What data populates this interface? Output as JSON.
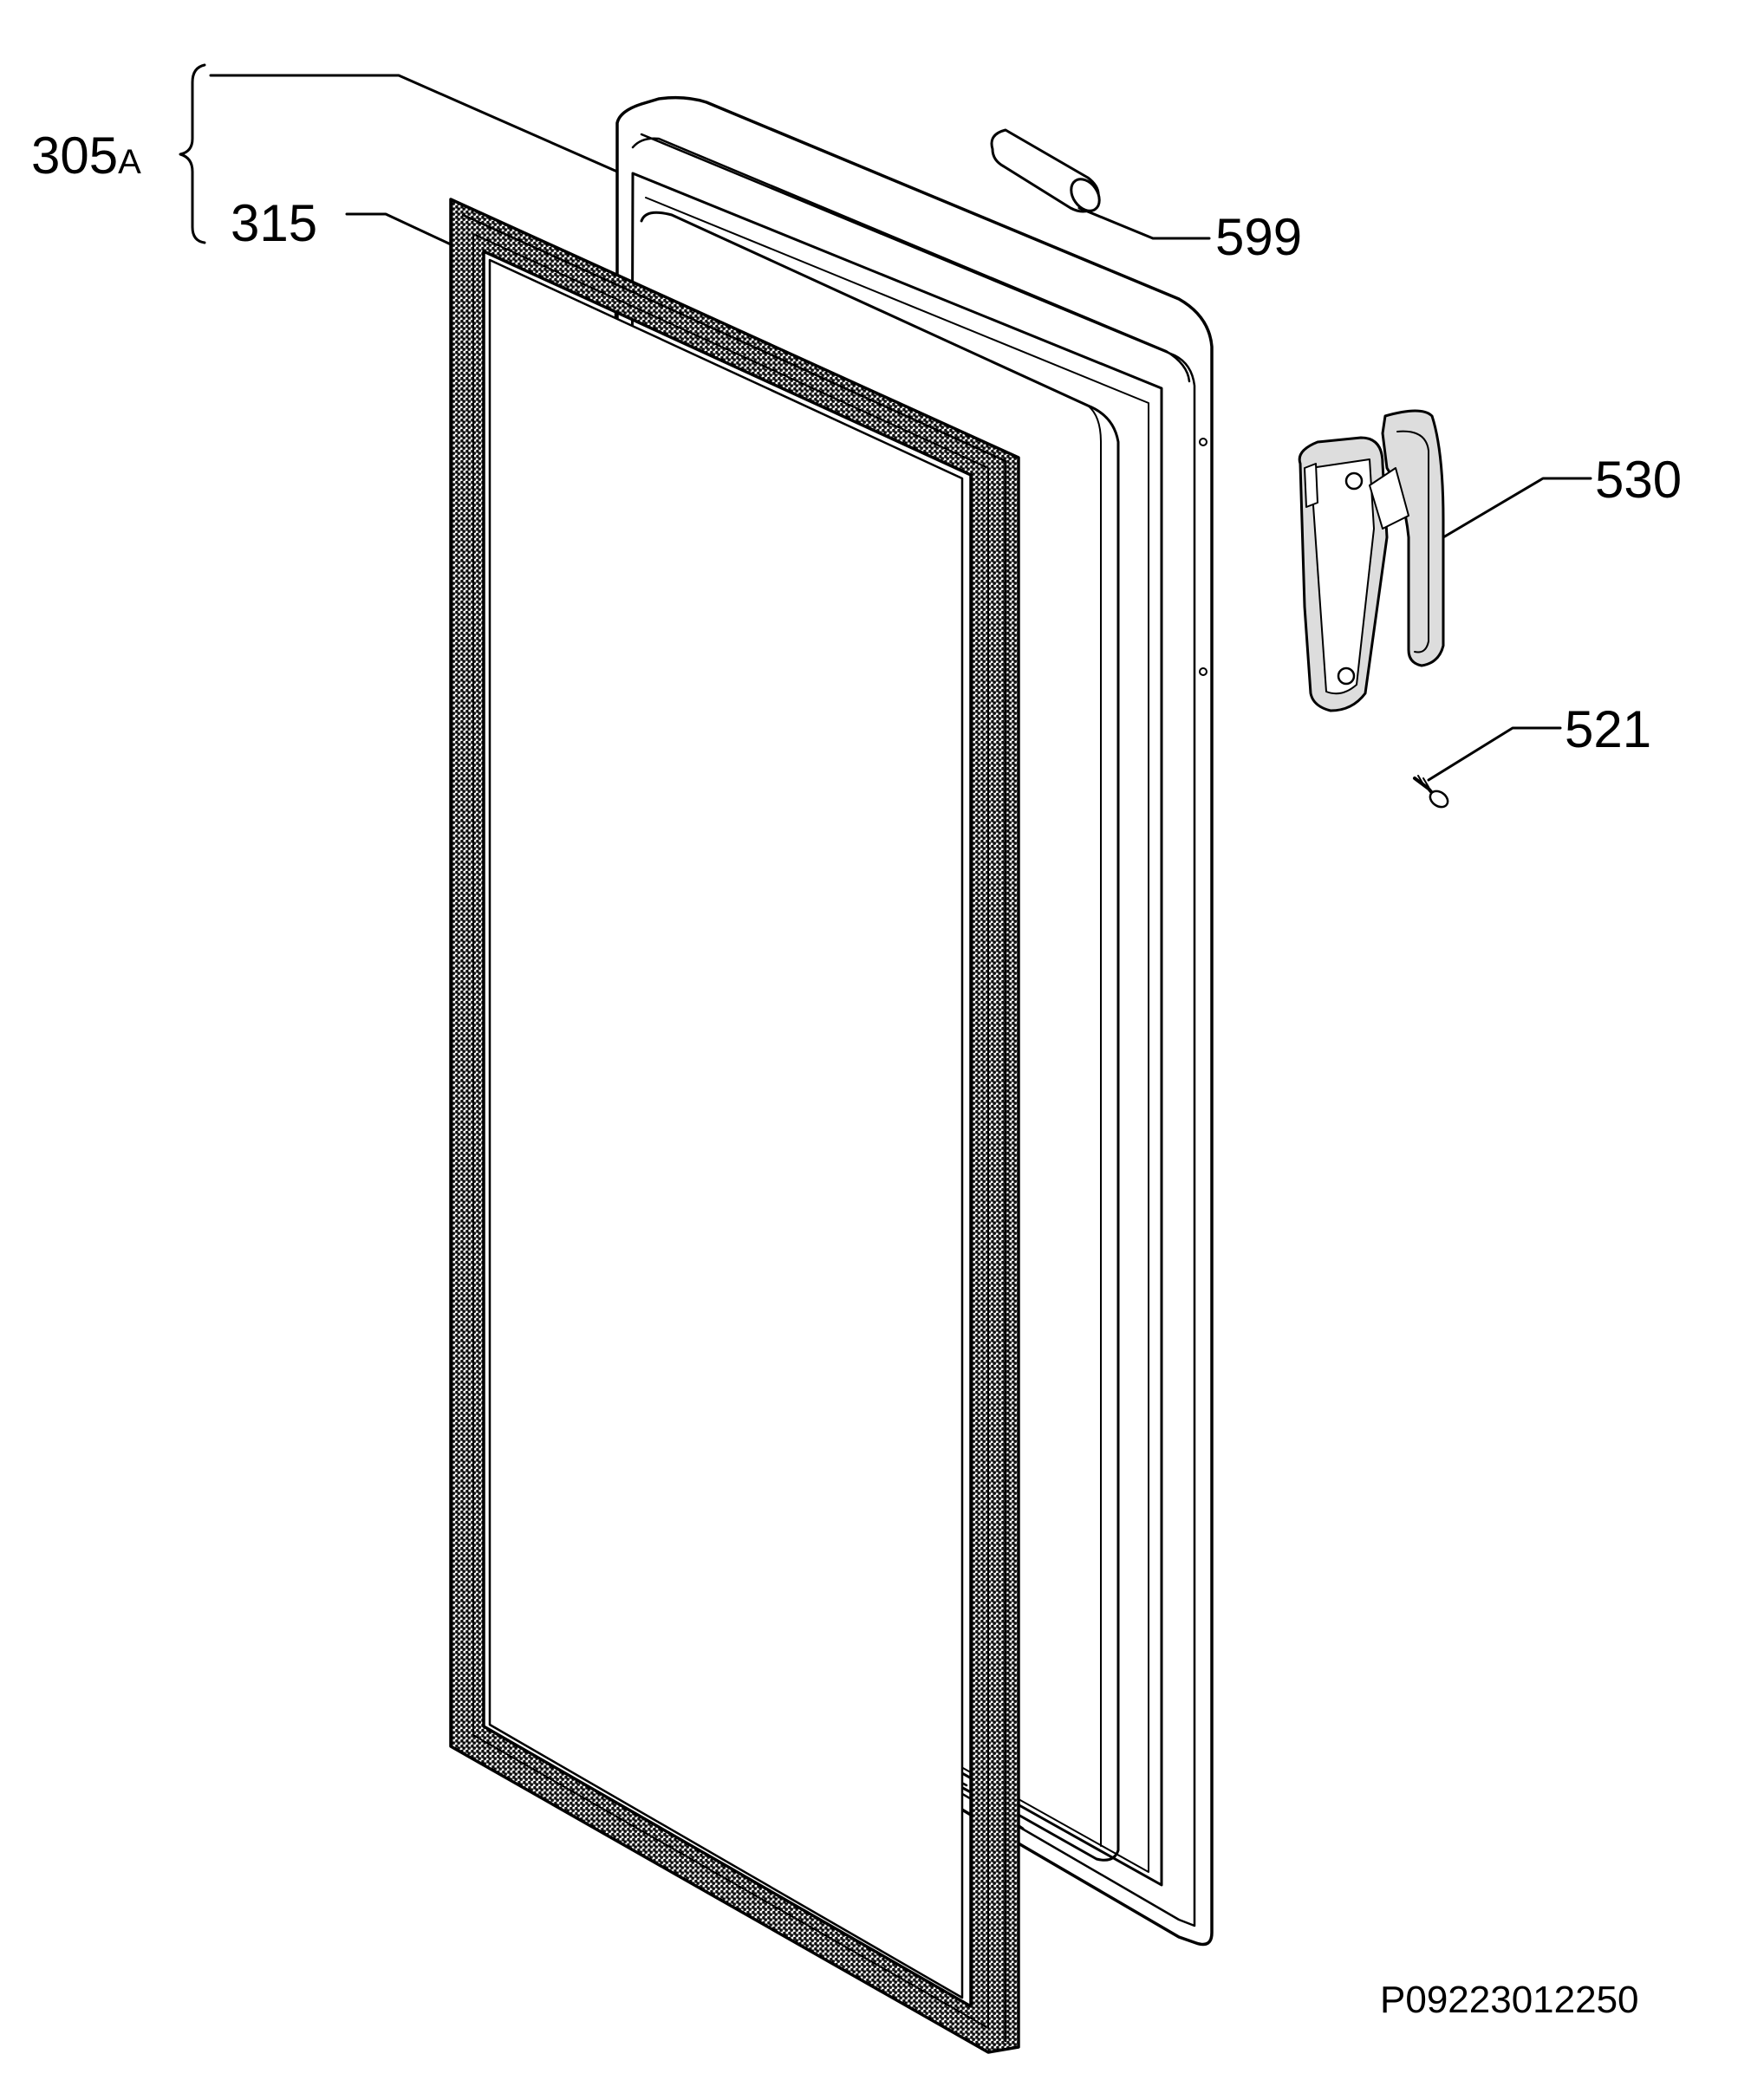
{
  "labels": {
    "part_305": "305",
    "part_305_suffix": "A",
    "part_315": "315",
    "part_599": "599",
    "part_530": "530",
    "part_521": "521",
    "drawing_code": "P09223012250"
  },
  "colors": {
    "line": "#000000",
    "background": "#ffffff",
    "stipple": "#555555"
  }
}
